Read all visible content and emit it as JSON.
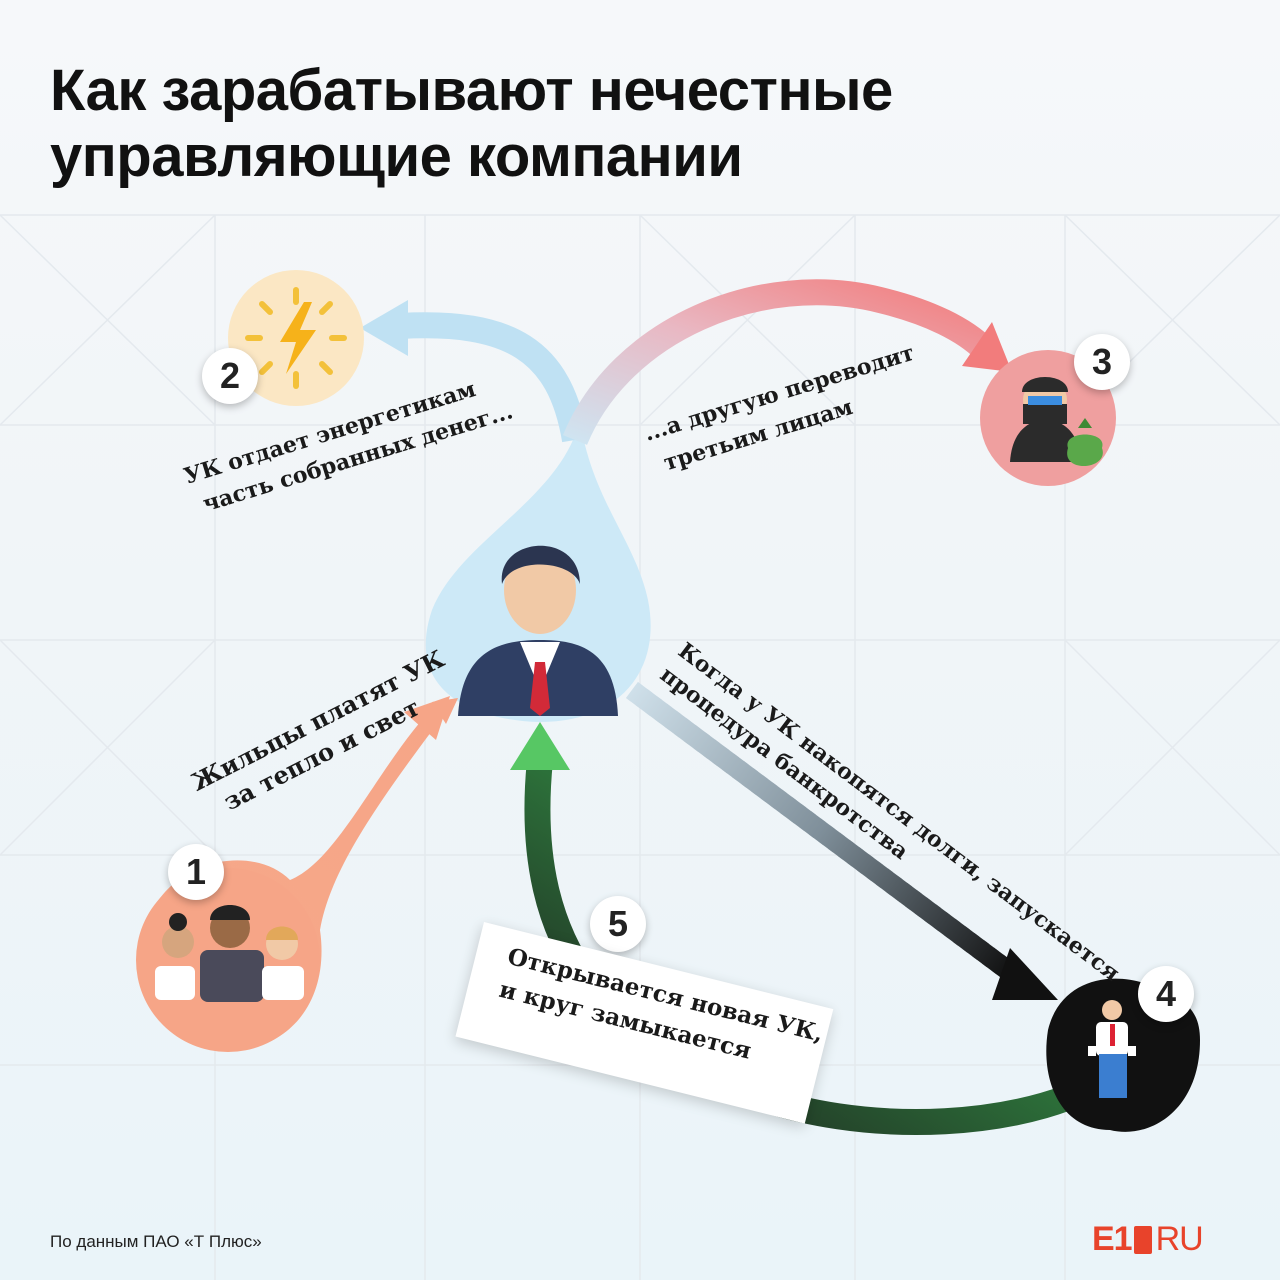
{
  "title": {
    "line1": "Как зарабатывают нечестные",
    "line2": "управляющие компании"
  },
  "steps": [
    {
      "number": "1",
      "text_lines": [
        "Жильцы платят УК",
        "за тепло и свет"
      ],
      "icon": "residents-icon"
    },
    {
      "number": "2",
      "text_lines": [
        "УК отдает энергетикам",
        "часть собранных денег..."
      ],
      "icon": "lightning-icon"
    },
    {
      "number": "3",
      "text_lines": [
        "...а другую переводит",
        "третьим лицам"
      ],
      "icon": "thief-icon"
    },
    {
      "number": "4",
      "text_lines": [
        "Когда у УК накопятся долги, запускается",
        "процедура банкротства"
      ],
      "icon": "bankrupt-man-icon"
    },
    {
      "number": "5",
      "text_lines": [
        "Открывается новая УК,",
        "и круг замыкается"
      ],
      "icon": "businessman-icon"
    }
  ],
  "center_icon": "businessman-icon",
  "footer": {
    "source": "По данным ПАО «Т Плюс»",
    "logo_main": "E1",
    "logo_ru": "RU"
  },
  "colors": {
    "residents": "#f7a98a",
    "energy": "#fbe7c4",
    "energy_arrow": "#bfe1f3",
    "thief": "#ef9f9f",
    "thief_arrow": "#f27c7c",
    "bankrupt": "#111111",
    "new_arrow": "#57c764",
    "logo": "#e8432b"
  }
}
